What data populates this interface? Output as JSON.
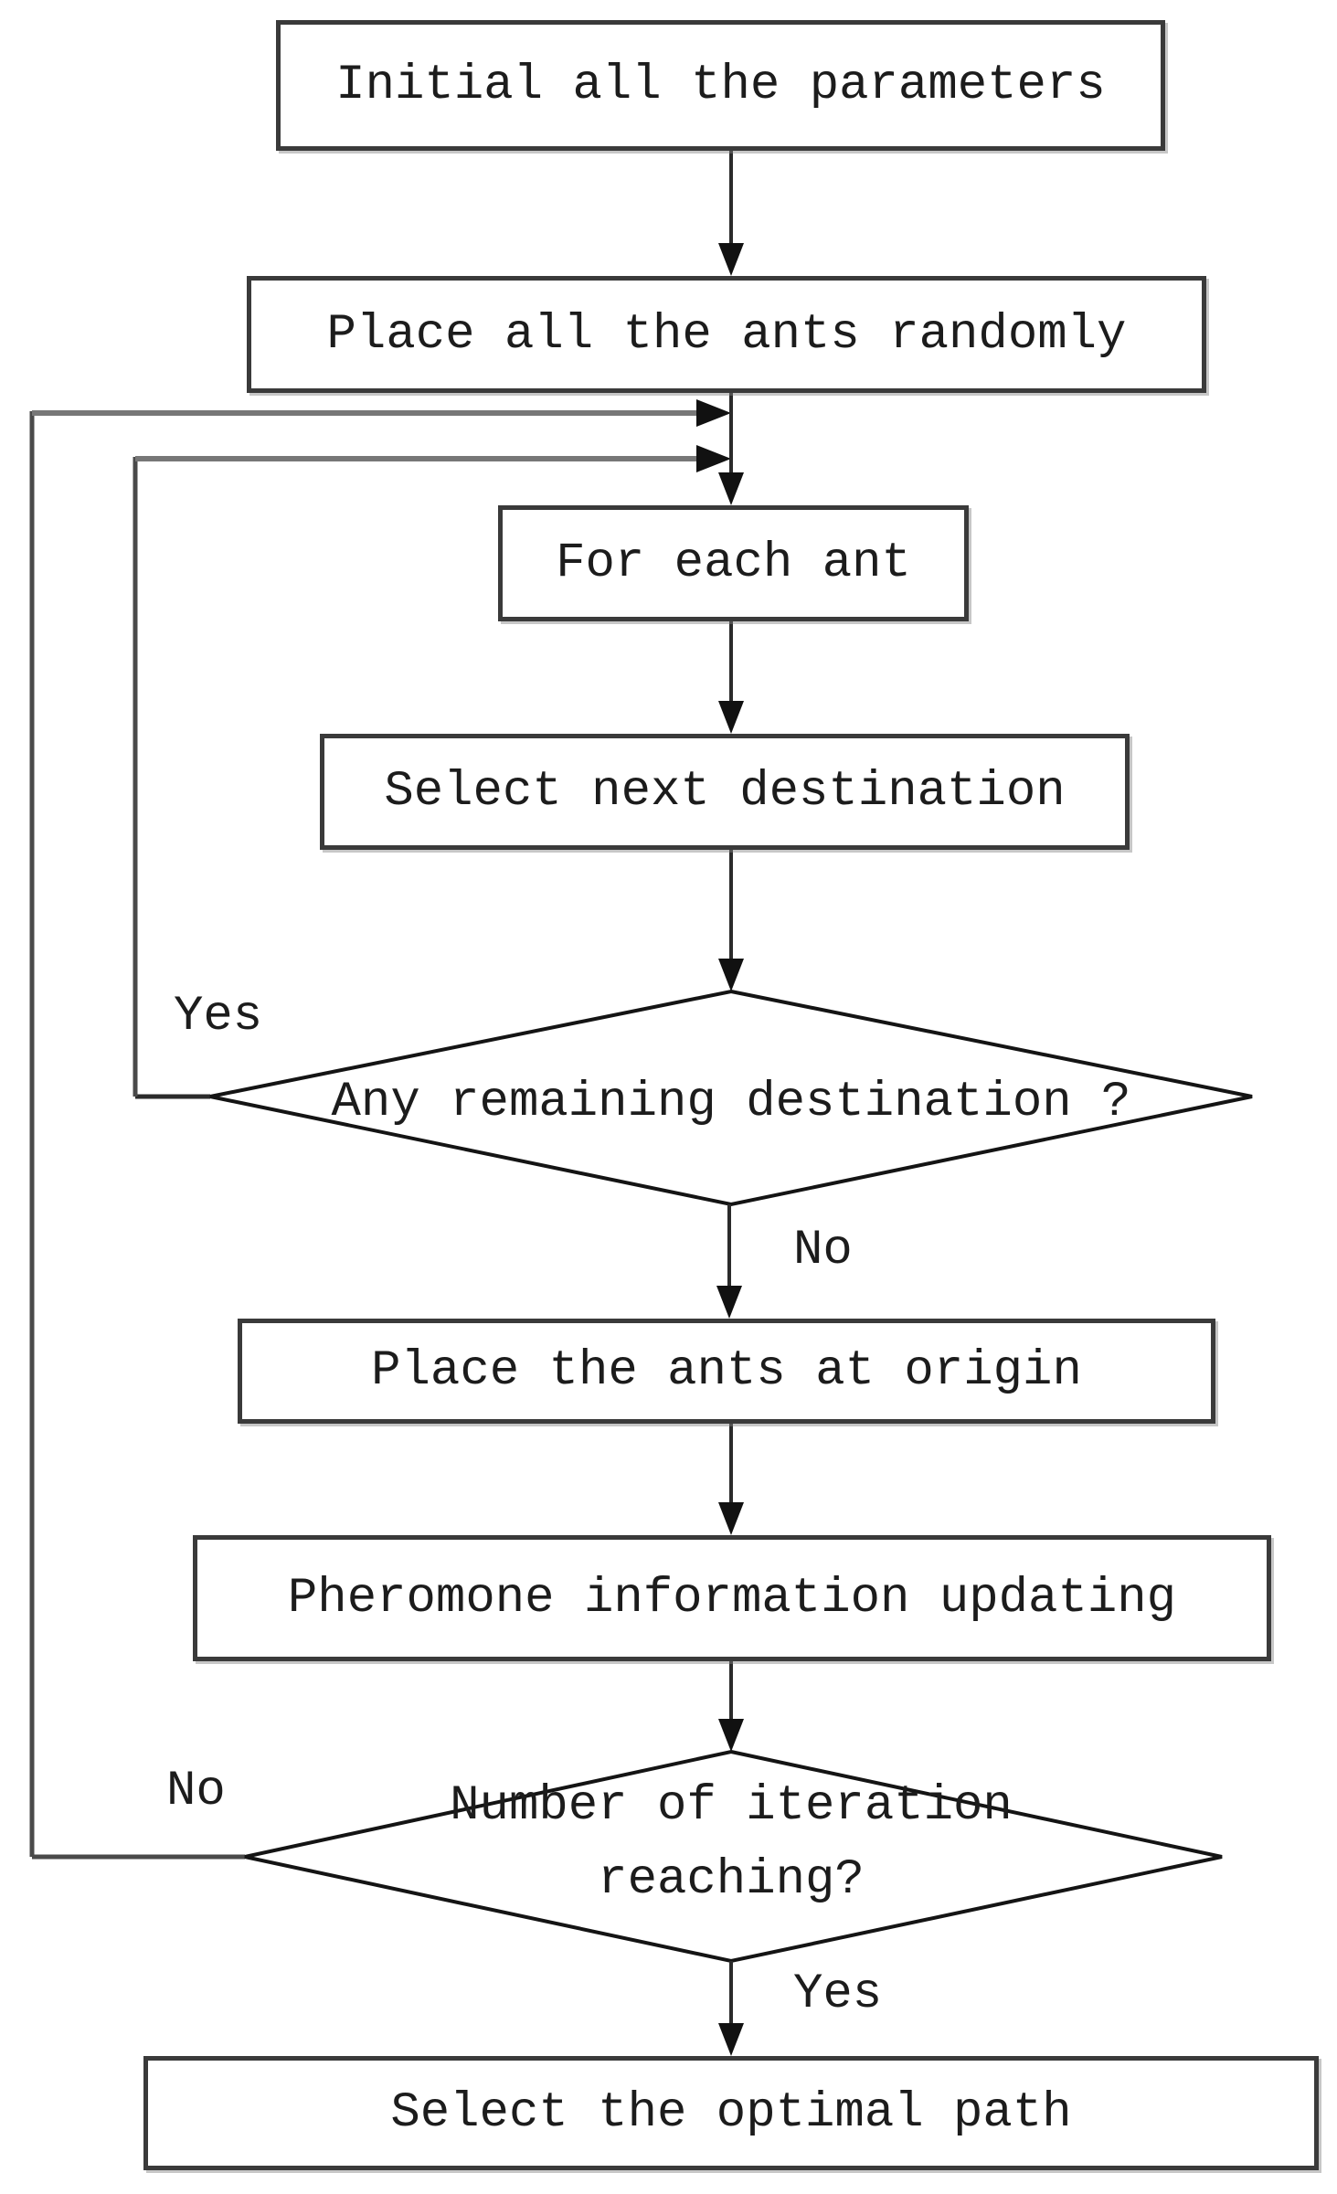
{
  "flowchart": {
    "description": "Ant colony optimization algorithm flowchart",
    "nodes": [
      {
        "id": "initial-parameters",
        "shape": "process",
        "label": "Initial all the parameters"
      },
      {
        "id": "place-ants-randomly",
        "shape": "process",
        "label": "Place all the ants randomly"
      },
      {
        "id": "for-each-ant",
        "shape": "process",
        "label": "For each ant"
      },
      {
        "id": "select-next-destination",
        "shape": "process",
        "label": "Select next destination"
      },
      {
        "id": "any-remaining-destination",
        "shape": "decision",
        "label": "Any remaining destination ?"
      },
      {
        "id": "place-ants-at-origin",
        "shape": "process",
        "label": "Place the ants at origin"
      },
      {
        "id": "pheromone-updating",
        "shape": "process",
        "label": "Pheromone information updating"
      },
      {
        "id": "iteration-reaching",
        "shape": "decision",
        "label": "Number of iteration reaching?"
      },
      {
        "id": "select-optimal-path",
        "shape": "process",
        "label": "Select the optimal path"
      }
    ],
    "branch_labels": {
      "any_remaining_yes": "Yes",
      "any_remaining_no": "No",
      "iteration_no": "No",
      "iteration_yes": "Yes"
    },
    "colors": {
      "background": "#ffffff",
      "node_border": "#3a3a3a",
      "connector": "#2b2b2b",
      "loop_horizontal": "#777777",
      "loop_vertical": "#4a4a4a",
      "diamond_stroke": "#141414",
      "arrowhead": "#111111",
      "text": "#1c1c1c"
    }
  }
}
